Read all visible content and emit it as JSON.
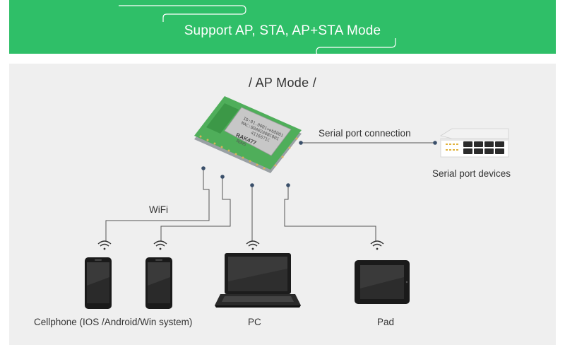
{
  "banner": {
    "title": "Support AP, STA, AP+STA Mode",
    "color": "#2fbf68"
  },
  "diagram": {
    "mode_title": "/ AP Mode /",
    "module": {
      "icon": "wifi-module-icon",
      "lines": [
        "ID:01.0001+eb8001",
        "MAC:B0A02A0BC001",
        "4116671C"
      ],
      "brand": "RAK477",
      "sub": "ROHS"
    },
    "serial_link_label": "Serial port connection",
    "serial_device_label": "Serial port devices",
    "wifi_label": "WiFi",
    "devices": [
      {
        "label": "Cellphone (IOS /Android/Win system)",
        "icon": "cellphone-icon"
      },
      {
        "label": "PC",
        "icon": "laptop-icon"
      },
      {
        "label": "Pad",
        "icon": "tablet-icon"
      }
    ]
  }
}
